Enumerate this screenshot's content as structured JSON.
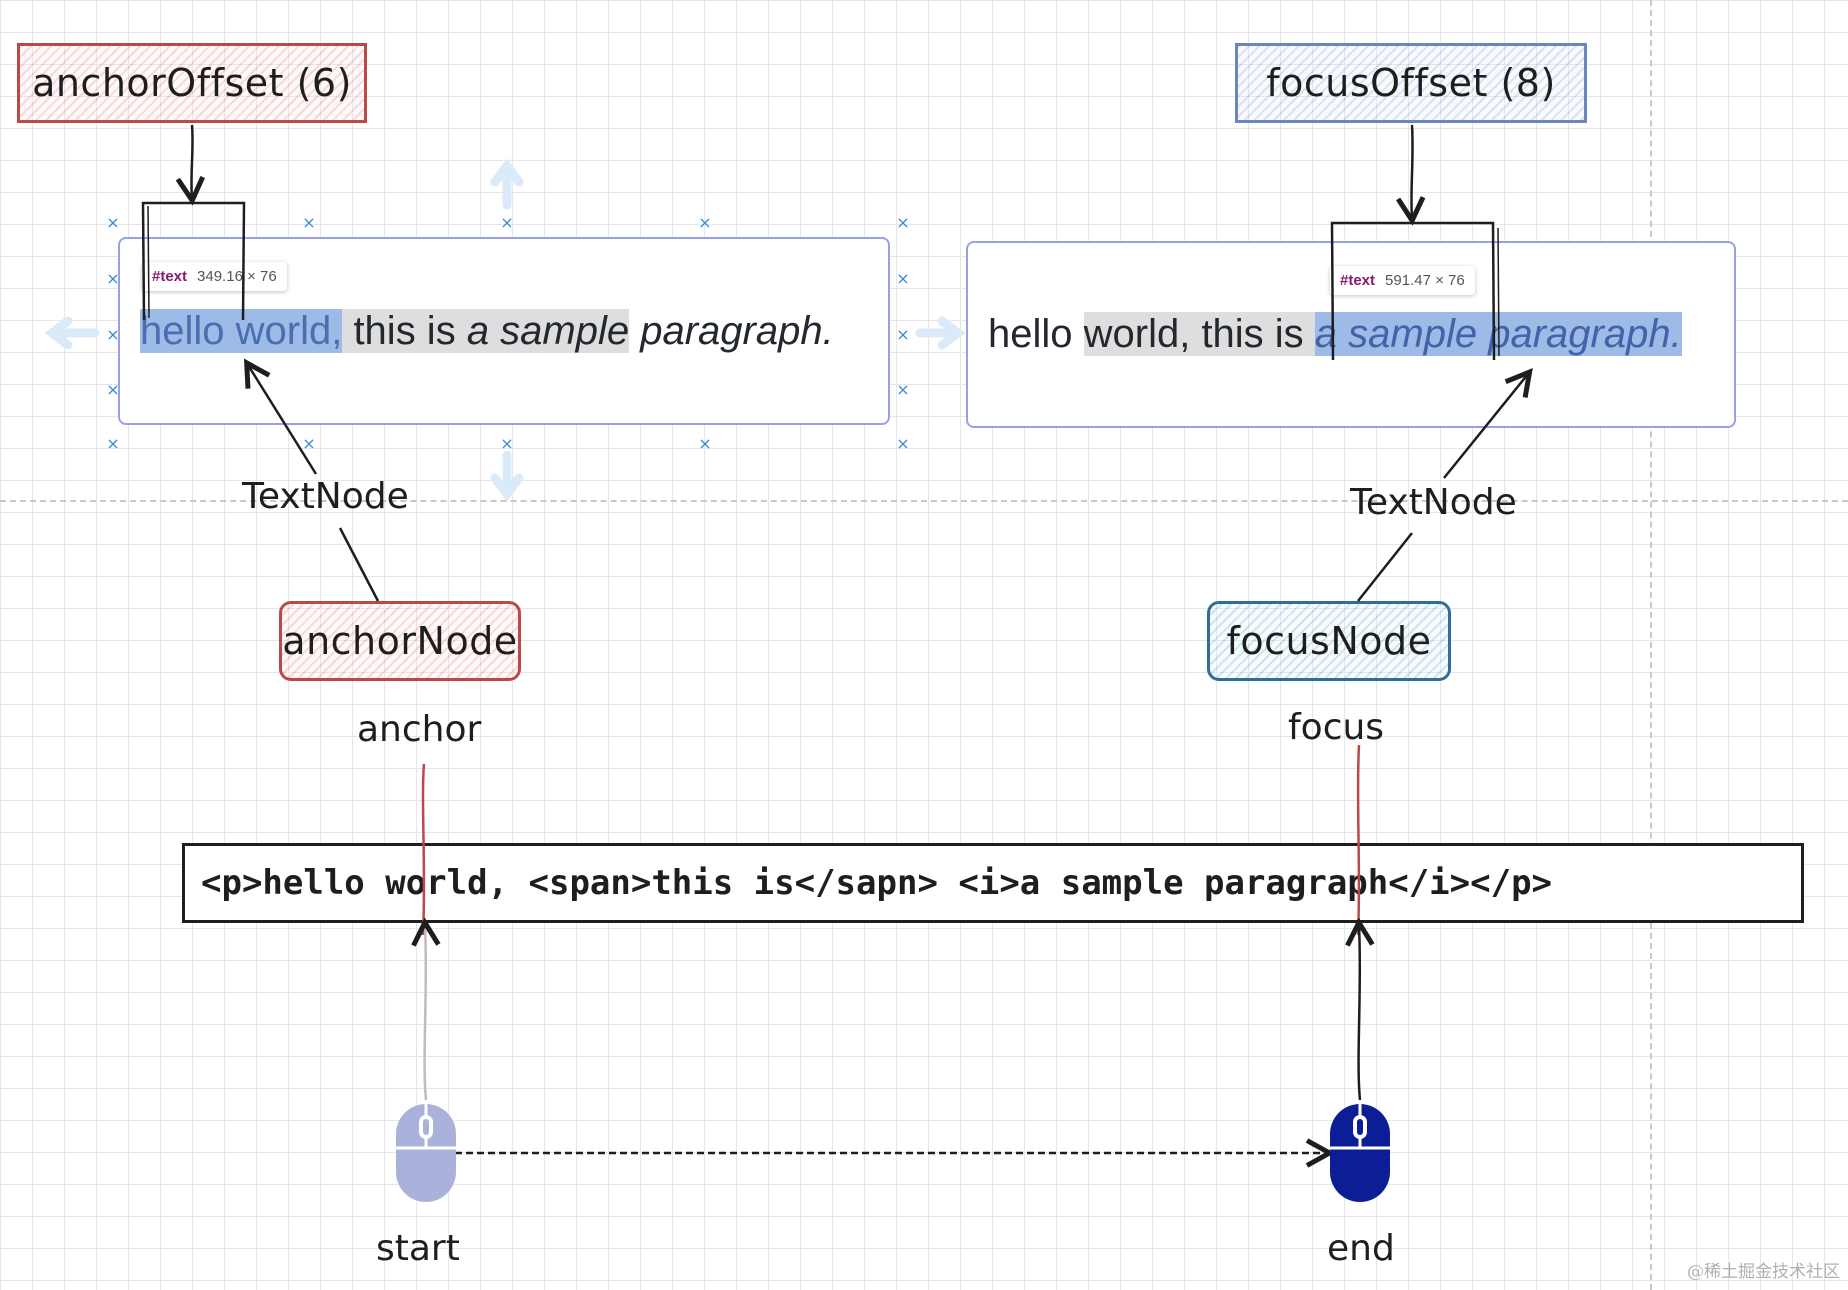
{
  "boxes": {
    "anchor_offset": "anchorOffset (6)",
    "focus_offset": "focusOffset (8)",
    "anchor_node": "anchorNode",
    "focus_node": "focusNode"
  },
  "paragraph_left": {
    "part1": "hello world,",
    "part2": " this is ",
    "part3": "a sample",
    "part4": " paragraph."
  },
  "paragraph_right": {
    "part1": "hello ",
    "part2": "world, this is ",
    "part3": "a sample",
    "part4": " paragraph."
  },
  "tooltip_left": {
    "tag": "#text",
    "size": "349.16 × 76"
  },
  "tooltip_right": {
    "tag": "#text",
    "size": "591.47 × 76"
  },
  "labels": {
    "text_node_left": "TextNode",
    "text_node_right": "TextNode",
    "anchor": "anchor",
    "focus": "focus",
    "start": "start",
    "end": "end"
  },
  "code": "<p>hello world, <span>this is</sapn> <i>a sample paragraph</i></p>",
  "watermark": "@稀土掘金技术社区",
  "icons": {
    "start_mouse": "mouse-icon-light",
    "end_mouse": "mouse-icon-dark"
  },
  "colors": {
    "anchor": "#b84a4a",
    "focus": "#2f6e98",
    "mouse_light": "#aab2dc",
    "mouse_dark": "#0b1e96"
  }
}
